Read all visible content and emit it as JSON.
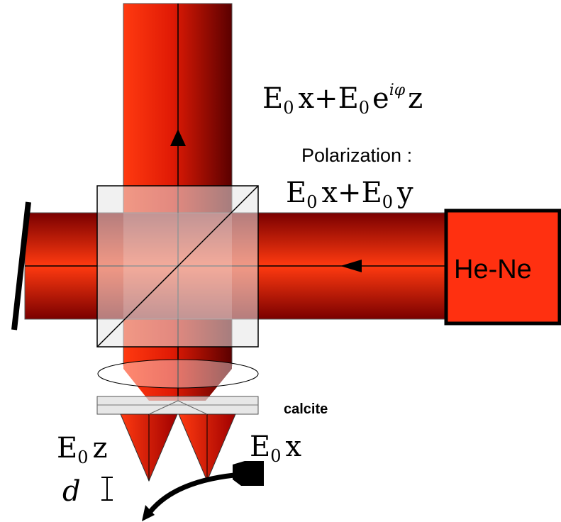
{
  "labels": {
    "top_formula": {
      "a": "E",
      "a_sub": "0",
      "a_var": "x",
      "plus": "+",
      "b": "E",
      "b_sub": "0",
      "exp_base": "e",
      "exp_sup": "iφ",
      "b_var": "z"
    },
    "polarization_title": "Polarization :",
    "pol_formula": {
      "a": "E",
      "a_sub": "0",
      "a_var": "x",
      "plus": "+",
      "b": "E",
      "b_sub": "0",
      "b_var": "y"
    },
    "laser": "He-Ne",
    "crystal": "calcite",
    "left_beam": {
      "a": "E",
      "a_sub": "0",
      "a_var": "z"
    },
    "right_beam": {
      "a": "E",
      "a_sub": "0",
      "a_var": "x"
    },
    "distance": "d"
  },
  "colors": {
    "beam_bright": "#ff3a10",
    "beam_dark": "#5a0000",
    "laser_fill": "#ff3010",
    "cube_fill": "#e6e6e6"
  }
}
